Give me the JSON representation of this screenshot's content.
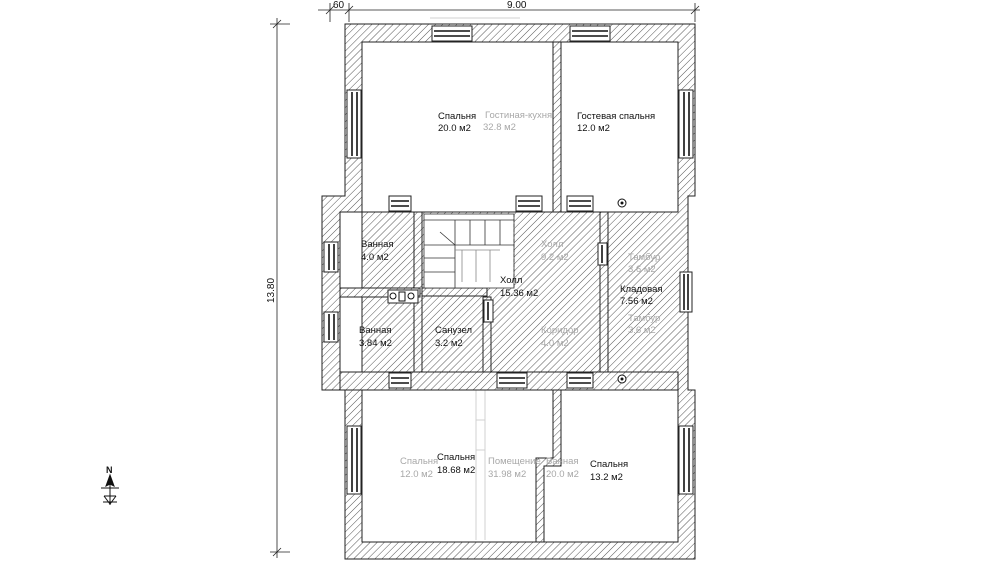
{
  "dimensions": {
    "top_small": "60",
    "top_width": "9.00",
    "left_height": "13.80"
  },
  "compass": {
    "north_letter": "N"
  },
  "rooms": {
    "bedroom_top_left": {
      "name": "Спальня",
      "area": "20.0 м2"
    },
    "guest_bedroom": {
      "name": "Гостевая спальня",
      "area": "12.0 м2"
    },
    "bathroom_1": {
      "name": "Ванная",
      "area": "4.0 м2"
    },
    "bathroom_2": {
      "name": "Ванная",
      "area": "3.84 м2"
    },
    "toilet": {
      "name": "Санузел",
      "area": "3.2 м2"
    },
    "hall": {
      "name": "Холл",
      "area": "15.36 м2"
    },
    "storage": {
      "name": "Кладовая",
      "area": "7.56 м2"
    },
    "bedroom_bottom_left": {
      "name": "Спальня",
      "area": "18.68 м2"
    },
    "bedroom_bottom_right": {
      "name": "Спальня",
      "area": "13.2 м2"
    }
  },
  "ghost_labels": {
    "hall_old": {
      "name": "Холл",
      "area": "9.2 м2"
    },
    "vestibule_1": {
      "name": "Тамбур",
      "area": "3.6 м2"
    },
    "vestibule_2": {
      "name": "Тамбур",
      "area": "3.6 м2"
    },
    "corridor": {
      "name": "Коридор",
      "area": "4.0 м2"
    },
    "bedroom_old": {
      "name": "Спальня",
      "area": "12.0 м2"
    },
    "premises_old": {
      "name": "Помещение",
      "area": "31.98 м2"
    },
    "bath_old": {
      "name": "Ванная",
      "area": "20.0 м2"
    },
    "guest_old": {
      "name": "Гостиная-кухня",
      "area": "32.8 м2"
    }
  }
}
